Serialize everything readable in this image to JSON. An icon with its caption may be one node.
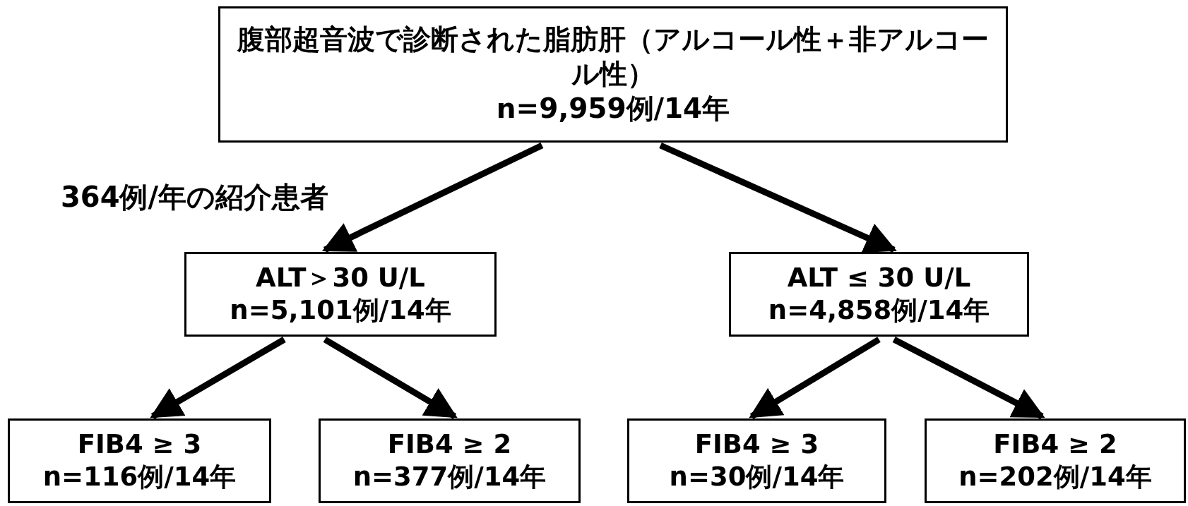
{
  "diagram": {
    "nodes": [
      {
        "text": [
          "腹部超音波で診断された脂肪肝（アルコール性＋非アルコール性）",
          "n=9,959例/14年"
        ]
      },
      {
        "text": [
          "ALT＞30 U/L",
          "n=5,101例/14年"
        ]
      },
      {
        "text": [
          "ALT ≤ 30 U/L",
          "n=4,858例/14年"
        ]
      },
      {
        "text": [
          "FIB4 ≥ 3",
          "n=116例/14年"
        ]
      },
      {
        "text": [
          "FIB4 ≥ 2",
          "n=377例/14年"
        ]
      },
      {
        "text": [
          "FIB4 ≥ 3",
          "n=30例/14年"
        ]
      },
      {
        "text": [
          "FIB4 ≥ 2",
          "n=202例/14年"
        ]
      }
    ],
    "edges": [
      {
        "from": 0,
        "to": 1,
        "arrow": "to"
      },
      {
        "from": 0,
        "to": 2,
        "arrow": "to"
      },
      {
        "from": 1,
        "to": 3,
        "arrow": "to"
      },
      {
        "from": 1,
        "to": 4,
        "arrow": "to"
      },
      {
        "from": 2,
        "to": 5,
        "arrow": "to"
      },
      {
        "from": 2,
        "to": 6,
        "arrow": "to"
      }
    ],
    "labels": [
      "364例/年の紹介患者"
    ]
  }
}
